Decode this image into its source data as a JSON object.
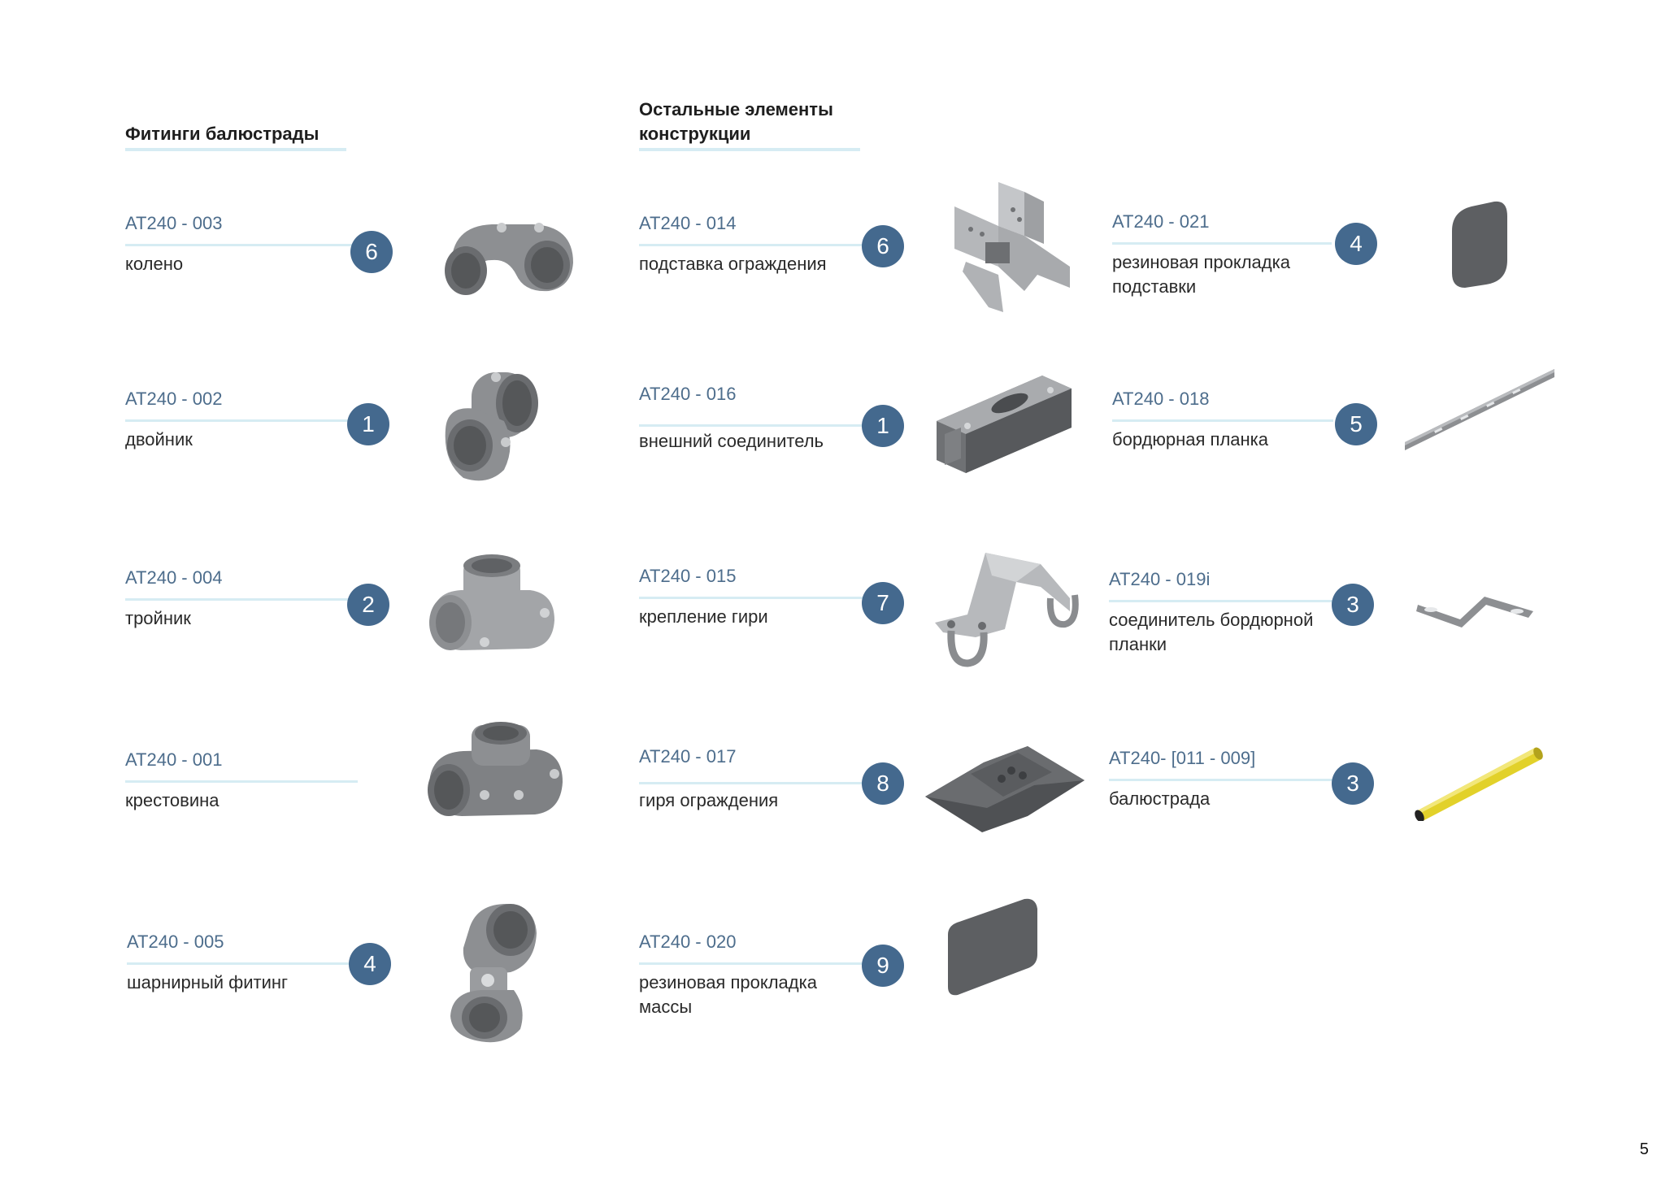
{
  "sections": {
    "fittings_title": "Фитинги балюстрады",
    "others_title_l1": "Остальные элементы",
    "others_title_l2": "конструкции"
  },
  "items": [
    {
      "code": "AT240 - 003",
      "desc": "колено",
      "qty": "6",
      "icon": "elbow-fitting"
    },
    {
      "code": "AT240 - 002",
      "desc": "двойник",
      "qty": "1",
      "icon": "double-fitting"
    },
    {
      "code": "AT240 - 004",
      "desc": "тройник",
      "qty": "2",
      "icon": "tee-fitting"
    },
    {
      "code": "AT240 - 001",
      "desc": "крестовина",
      "qty": "",
      "icon": "cross-fitting"
    },
    {
      "code": "AT240 - 005",
      "desc": "шарнирный фитинг",
      "qty": "4",
      "icon": "swivel-fitting"
    },
    {
      "code": "AT240 - 014",
      "desc": "подставка ограждения",
      "qty": "6",
      "icon": "guard-stand"
    },
    {
      "code": "AT240 - 016",
      "desc": "внешний соединитель",
      "qty": "1",
      "icon": "external-connector"
    },
    {
      "code": "AT240 - 015",
      "desc": "крепление гири",
      "qty": "7",
      "icon": "weight-mount"
    },
    {
      "code": "AT240 - 017",
      "desc": "гиря ограждения",
      "qty": "8",
      "icon": "guard-weight"
    },
    {
      "code": "AT240 - 020",
      "desc": "резиновая прокладка массы",
      "qty": "9",
      "icon": "rubber-pad-mass"
    },
    {
      "code": "AT240 - 021",
      "desc": "резиновая прокладка подставки",
      "qty": "4",
      "icon": "rubber-pad-stand"
    },
    {
      "code": "AT240 - 018",
      "desc": "бордюрная планка",
      "qty": "5",
      "icon": "curb-strip"
    },
    {
      "code": "AT240 - 019i",
      "desc": "соединитель бордюрной планки",
      "qty": "3",
      "icon": "curb-connector"
    },
    {
      "code": "AT240- [011 - 009]",
      "desc": "балюстрада",
      "qty": "3",
      "icon": "balustrade-pipe"
    }
  ],
  "page_number": "5",
  "colors": {
    "badge": "#44698e",
    "code": "#4d6d8c",
    "line": "#d6ecf3",
    "pipe": "#e2d12a"
  }
}
